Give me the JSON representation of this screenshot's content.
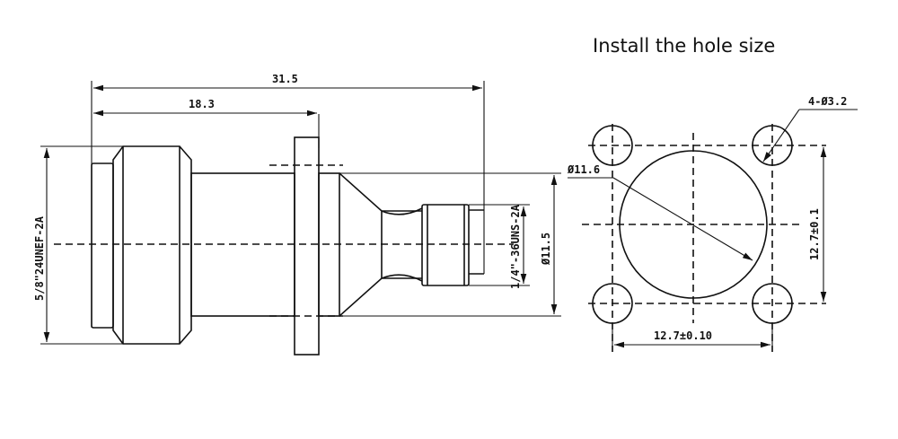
{
  "title": "Install the hole size",
  "side_view": {
    "overall_length": "31.5",
    "flange_distance": "18.3",
    "left_thread": "5/8\"24UNEF-2A",
    "right_thread": "1/4\"-36UNS-2A",
    "body_diameter": "Ø11.5"
  },
  "hole_pattern": {
    "mounting_holes": "4-Ø3.2",
    "center_hole": "Ø11.6",
    "horizontal_spacing": "12.7±0.10",
    "vertical_spacing": "12.7±0.1"
  }
}
